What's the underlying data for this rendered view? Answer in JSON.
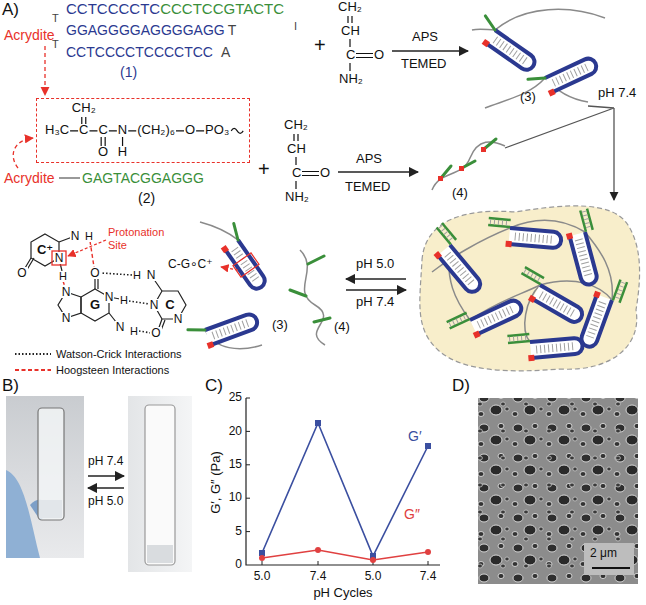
{
  "diagram": {
    "nodes": [
      {
        "text": [
          "CH₂",
          "H₃C",
          "C",
          "C",
          "N",
          "(CH₂)₆",
          "O",
          "PO₃",
          "O",
          "H"
        ]
      }
    ],
    "labels": [
      "A)",
      "T",
      "CCTCCCCTC",
      "CCCTCCGTACTC",
      "GGAGGGGAGGGGAGG",
      "T",
      "CCTCCCCTCCCCTCC",
      "A",
      "T",
      "I",
      "Acrydite",
      "(1)",
      "+",
      "CH₂",
      "CH",
      "C",
      "O",
      "NH₂",
      "APS",
      "TEMED",
      "(3)",
      "pH 7.4",
      "Acrydite",
      "GAGTACGGAGGG",
      "(2)",
      "+",
      "CH₂",
      "CH",
      "C",
      "O",
      "NH₂",
      "APS",
      "TEMED",
      "(4)",
      "C⁺",
      "N",
      "H",
      "N",
      "H",
      "O",
      "Protonation Site",
      "N",
      "O",
      "G",
      "N",
      "H",
      "N",
      "N",
      "H",
      "C",
      "N",
      "N",
      "H",
      "O",
      "N",
      "C-G∘C⁺",
      "(3)",
      "(4)",
      "pH 5.0",
      "pH 7.4",
      "B)",
      "pH 7.4",
      "pH 5.0",
      "C)",
      "25",
      "20",
      "15",
      "10",
      "5",
      "0",
      "G′, G″ (Pa)",
      "5.0",
      "7.4",
      "5.0",
      "7.4",
      "pH Cycles",
      "G′",
      "G″",
      "D)",
      "2 μm"
    ],
    "legend": [
      {
        "text": "Watson-Crick Interactions"
      },
      {
        "text": "Hoogsteen Interactions"
      }
    ]
  }
}
